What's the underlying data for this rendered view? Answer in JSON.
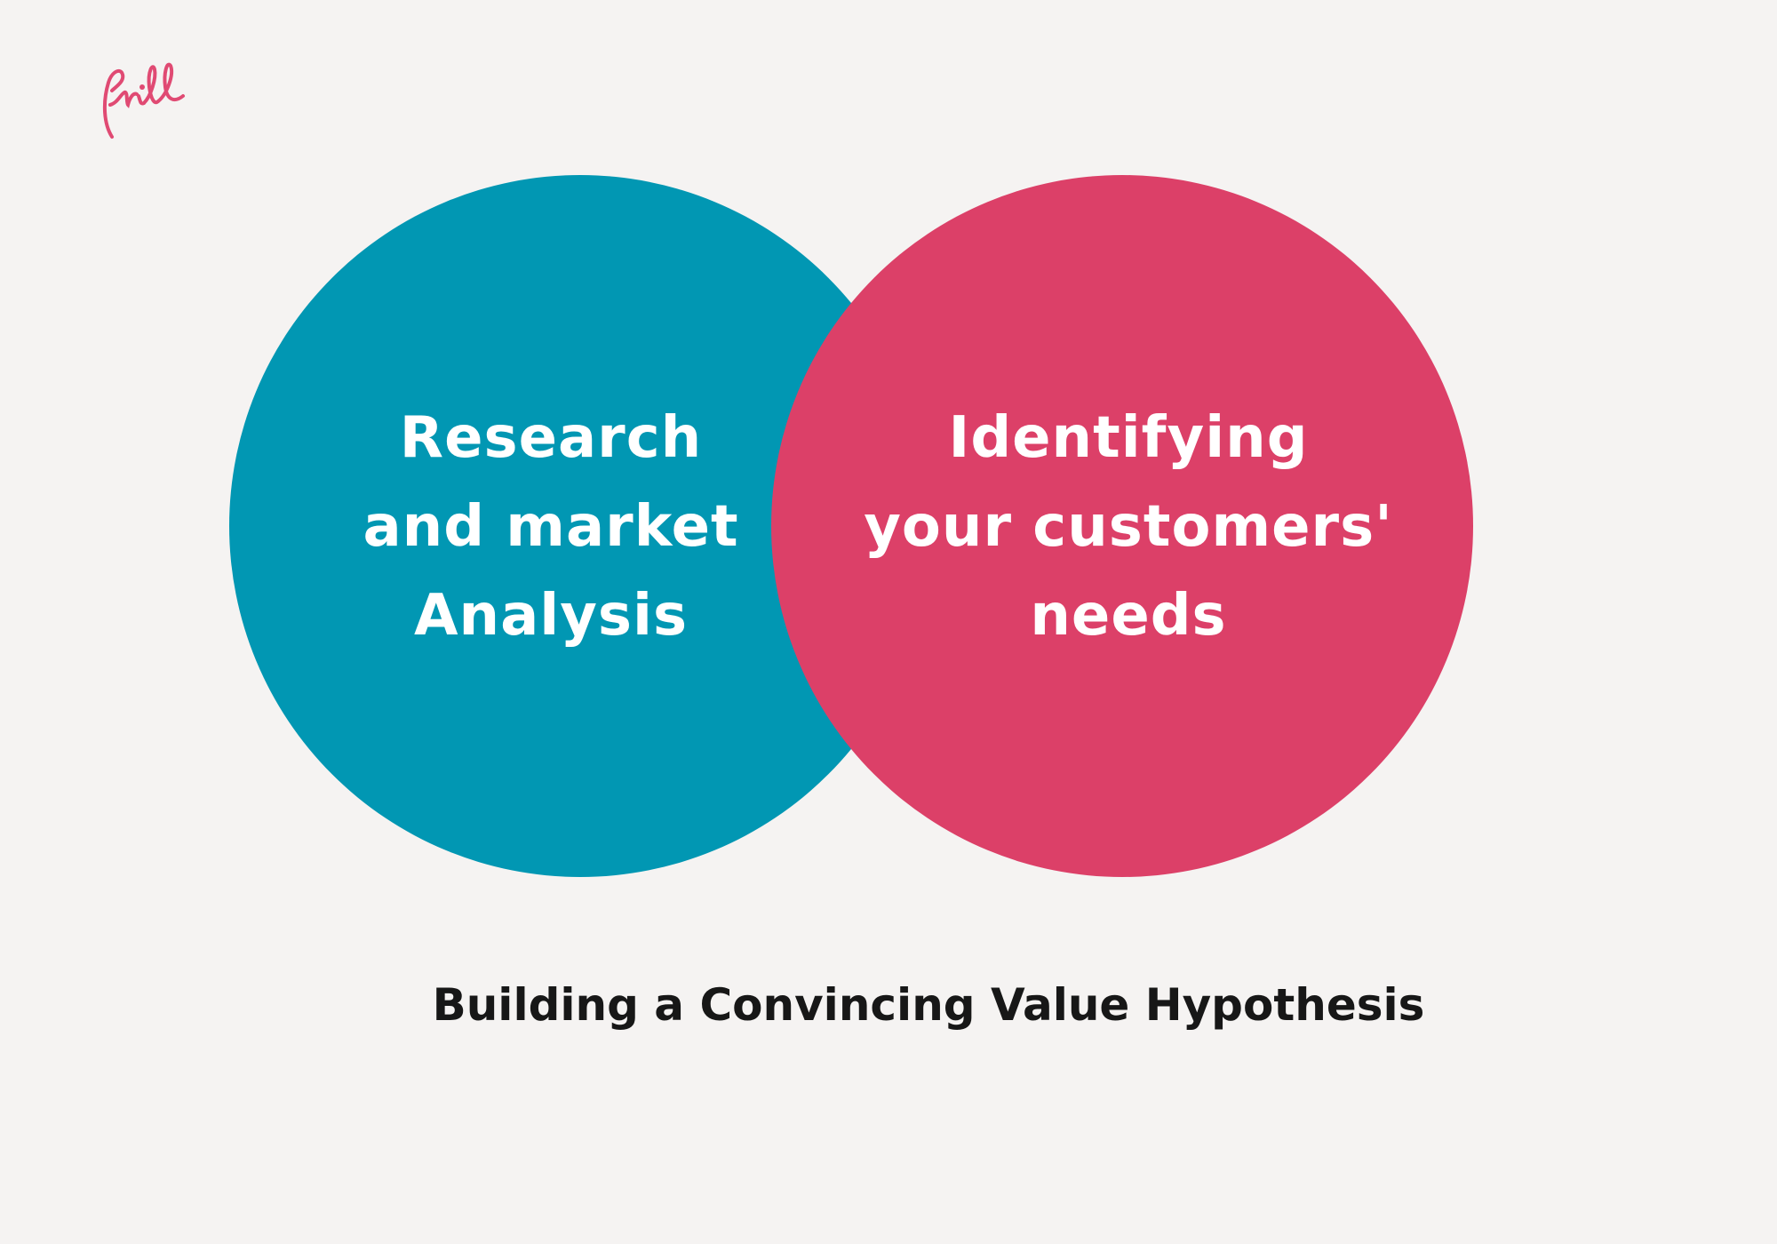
{
  "logo": {
    "text": "frill",
    "color": "#e04a73"
  },
  "diagram": {
    "left_circle": {
      "text": "Research\nand  market\nAnalysis",
      "color": "#0197b3"
    },
    "right_circle": {
      "text": "Identifying\nyour customers'\nneeds",
      "color": "#dc4068"
    }
  },
  "caption": "Building a Convincing Value Hypothesis"
}
